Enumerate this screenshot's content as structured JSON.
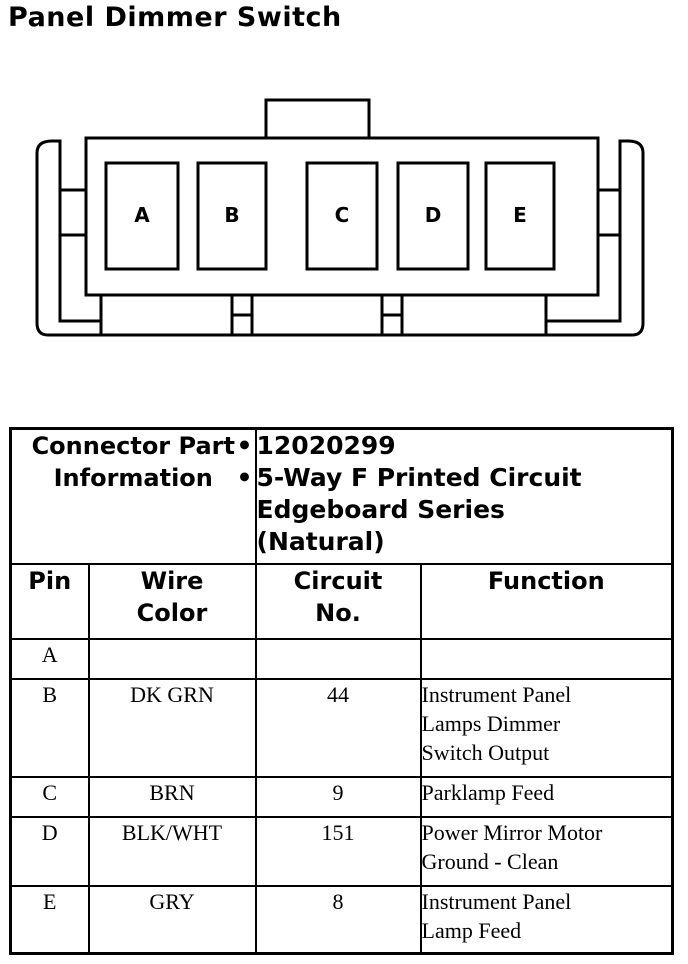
{
  "title": "Panel Dimmer Switch",
  "connector": {
    "pins": [
      "A",
      "B",
      "C",
      "D",
      "E"
    ]
  },
  "info": {
    "label_line1": "Connector Part",
    "label_line2": "Information",
    "part_number": "12020299",
    "description_line1": "5-Way F Printed Circuit",
    "description_line2": "Edgeboard Series",
    "description_line3": "(Natural)"
  },
  "columns": {
    "pin": "Pin",
    "wire_color_line1": "Wire",
    "wire_color_line2": "Color",
    "circuit_line1": "Circuit",
    "circuit_line2": "No.",
    "function": "Function"
  },
  "rows": [
    {
      "pin": "A",
      "wire_color": "",
      "circuit": "",
      "function_lines": []
    },
    {
      "pin": "B",
      "wire_color": "DK GRN",
      "circuit": "44",
      "function_lines": [
        "Instrument Panel",
        "Lamps Dimmer",
        "Switch Output"
      ]
    },
    {
      "pin": "C",
      "wire_color": "BRN",
      "circuit": "9",
      "function_lines": [
        "Parklamp Feed"
      ]
    },
    {
      "pin": "D",
      "wire_color": "BLK/WHT",
      "circuit": "151",
      "function_lines": [
        "Power Mirror Motor",
        "Ground - Clean"
      ]
    },
    {
      "pin": "E",
      "wire_color": "GRY",
      "circuit": "8",
      "function_lines": [
        "Instrument Panel",
        "Lamp Feed"
      ]
    }
  ]
}
